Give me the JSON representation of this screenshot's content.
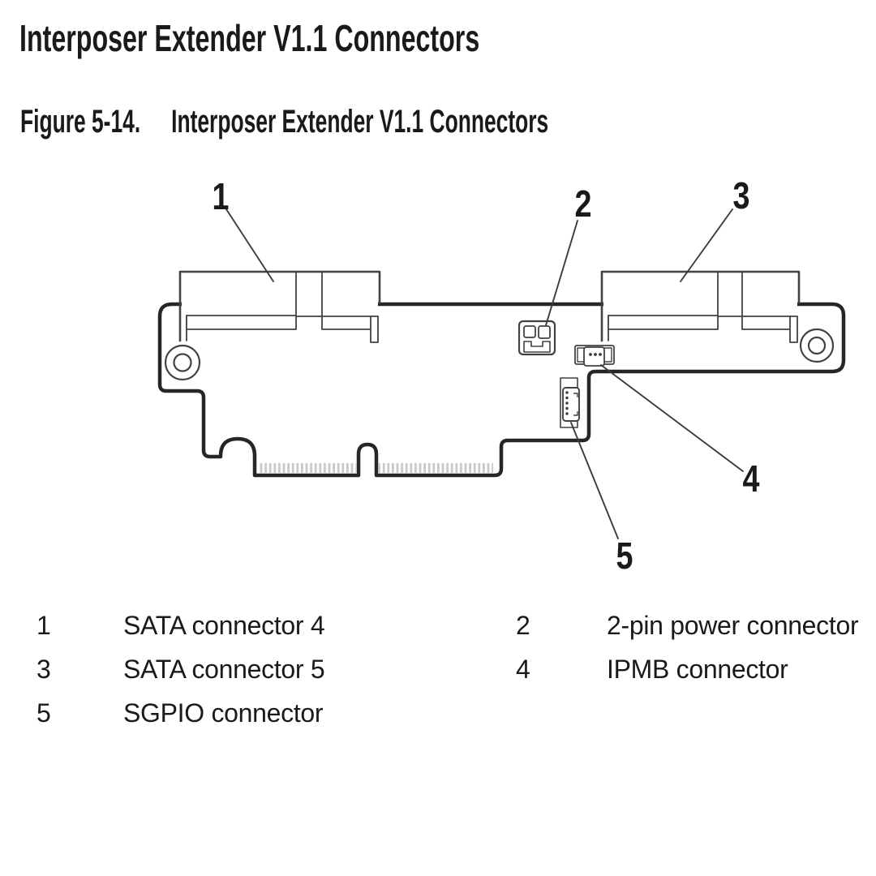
{
  "page": {
    "title": "Interposer Extender V1.1 Connectors"
  },
  "figure": {
    "label": "Figure 5-14.",
    "number": "5-14",
    "title": "Interposer Extender V1.1 Connectors"
  },
  "callouts": {
    "c1": "1",
    "c2": "2",
    "c3": "3",
    "c4": "4",
    "c5": "5"
  },
  "legend": {
    "rows": [
      {
        "num": "1",
        "label": "SATA connector 4"
      },
      {
        "num": "2",
        "label": "2-pin power connector"
      },
      {
        "num": "3",
        "label": "SATA connector 5"
      },
      {
        "num": "4",
        "label": "IPMB connector"
      },
      {
        "num": "5",
        "label": "SGPIO connector"
      }
    ]
  },
  "colors": {
    "background": "#ffffff",
    "ink": "#1a1a1a",
    "board_outline": "#262626",
    "connector_stroke": "#424242",
    "thin_detail": "#555555",
    "leader_line": "#3c3c3c",
    "gold_fingers": "#c9c9c9"
  }
}
